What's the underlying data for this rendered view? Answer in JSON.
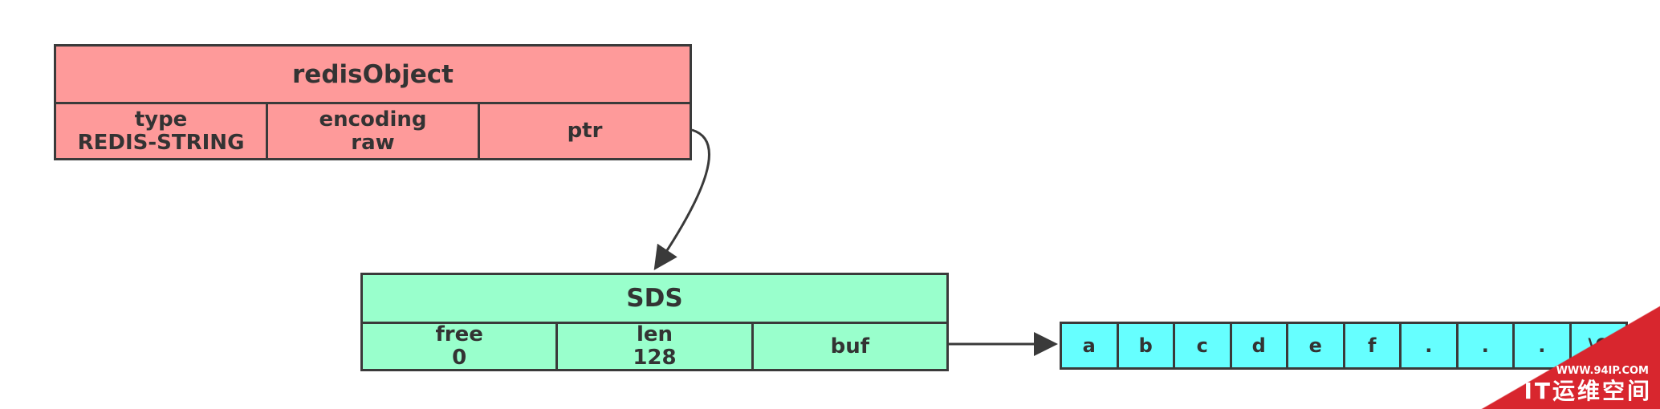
{
  "redis_object": {
    "title": "redisObject",
    "fields": [
      {
        "line1": "type",
        "line2": "REDIS-STRING"
      },
      {
        "line1": "encoding",
        "line2": "raw"
      },
      {
        "line1": "ptr",
        "line2": ""
      }
    ]
  },
  "sds": {
    "title": "SDS",
    "fields": [
      {
        "line1": "free",
        "line2": "0"
      },
      {
        "line1": "len",
        "line2": "128"
      },
      {
        "line1": "buf",
        "line2": ""
      }
    ]
  },
  "buffer": {
    "cells": [
      "a",
      "b",
      "c",
      "d",
      "e",
      "f",
      ".",
      ".",
      ".",
      "\\0"
    ]
  },
  "watermark": {
    "url": "WWW.94IP.COM",
    "brand": "IT运维空间"
  },
  "colors": {
    "redis_object_fill": "#fe9a9a",
    "sds_fill": "#99ffcc",
    "buffer_fill": "#66ffff",
    "stroke": "#3a3a3a",
    "watermark_red": "#d8262e"
  }
}
